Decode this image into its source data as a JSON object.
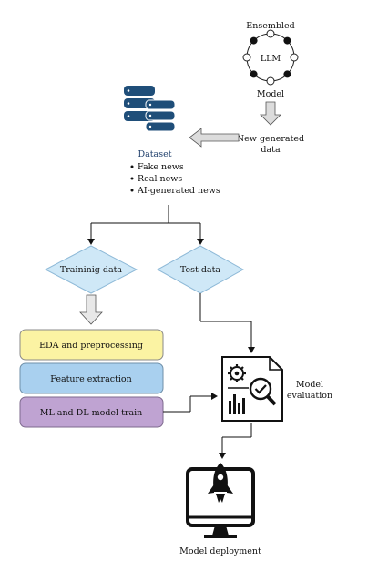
{
  "llm": {
    "top_label": "Ensembled",
    "center_label": "LLM",
    "bottom_label": "Model"
  },
  "new_data": {
    "line1": "New generated",
    "line2": "data"
  },
  "dataset": {
    "title": "Dataset",
    "items": [
      "Fake news",
      "Real news",
      "AI-generated news"
    ]
  },
  "training": {
    "label": "Traininig data"
  },
  "test": {
    "label": "Test data"
  },
  "steps": [
    {
      "label": "EDA and preprocessing"
    },
    {
      "label": "Feature extraction"
    },
    {
      "label": "ML and DL model train"
    }
  ],
  "evaluation": {
    "line1": "Model",
    "line2": "evaluation"
  },
  "deployment": {
    "label": "Model deployment"
  },
  "colors": {
    "db": "#1f4e79",
    "diamond": "#cfe8f7",
    "eda": "#fbf3a3",
    "feature": "#a9d0ef",
    "train": "#bfa3d2",
    "title_blue": "#1f3f6b"
  }
}
